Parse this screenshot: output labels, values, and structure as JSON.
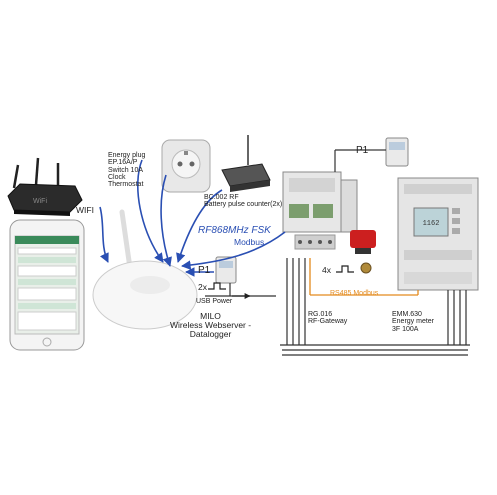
{
  "labels": {
    "wifi": "WIFI",
    "energy_plug": [
      "Energy plug",
      "EP.16A/P",
      "Switch 10A",
      "Clock",
      "Thermostat"
    ],
    "bc002": [
      "BC.002 RF",
      "Battery pulse counter(2x)"
    ],
    "rf_fsk": "RF868MHz FSK",
    "modbus": "Modbus",
    "p1_top": "P1",
    "p1_left": "P1",
    "pulse_2x": "2x",
    "pulse_4x": "4x",
    "usb_power": "USB Power",
    "milo": [
      "MILO",
      "Wireless Webserver -",
      "Datalogger"
    ],
    "rs485": "RS485 Modbus",
    "rg016": [
      "RG.016",
      "RF-Gateway"
    ],
    "emm630": [
      "EMM.630",
      "Energy meter",
      "3F 100A"
    ]
  },
  "colors": {
    "link_blue": "#2a4fb3",
    "rs485_orange": "#e38a1d",
    "bus_line": "#333333"
  }
}
